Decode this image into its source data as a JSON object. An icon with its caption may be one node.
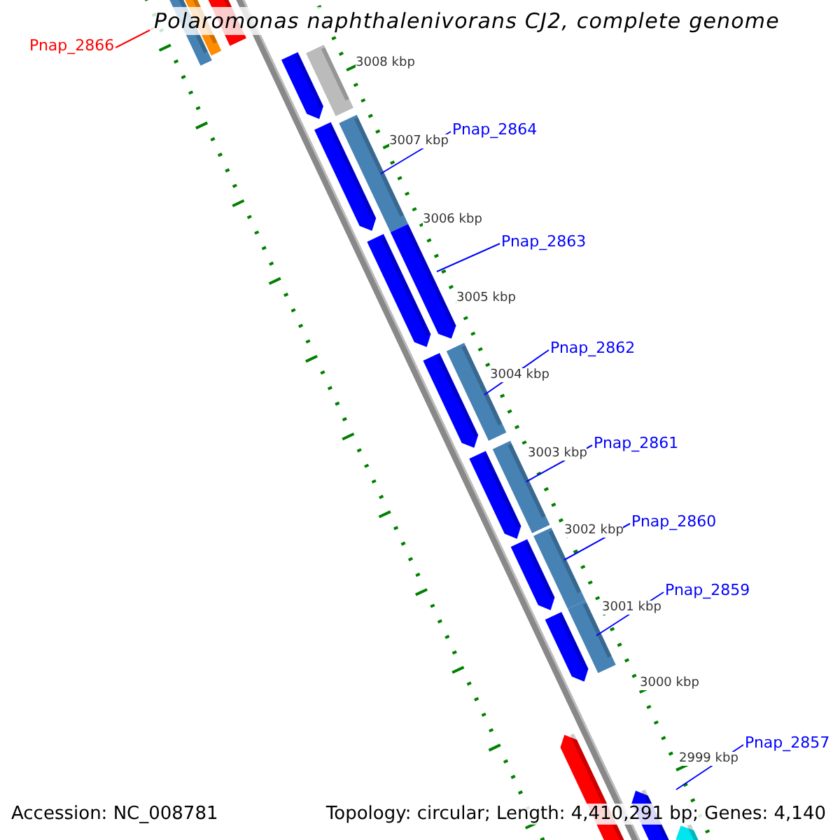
{
  "diagram": {
    "title": "Polaromonas naphthalenivorans CJ2, complete genome",
    "nodes": [
      {
        "text": [
          "Pnap_2866"
        ]
      },
      {
        "text": [
          "Pnap_2864"
        ]
      },
      {
        "text": [
          "Pnap_2863"
        ]
      },
      {
        "text": [
          "Pnap_2862"
        ]
      },
      {
        "text": [
          "Pnap_2861"
        ]
      },
      {
        "text": [
          "Pnap_2860"
        ]
      },
      {
        "text": [
          "Pnap_2859"
        ]
      },
      {
        "text": [
          "Pnap_2857"
        ]
      }
    ],
    "edges": [
      {
        "from": 0,
        "to": null,
        "arrow": "none",
        "color": "#ff0000"
      },
      {
        "from": 1,
        "to": null,
        "arrow": "none"
      },
      {
        "from": 2,
        "to": null,
        "arrow": "none"
      },
      {
        "from": 3,
        "to": null,
        "arrow": "none"
      },
      {
        "from": 4,
        "to": null,
        "arrow": "none"
      },
      {
        "from": 5,
        "to": null,
        "arrow": "none"
      },
      {
        "from": 6,
        "to": null,
        "arrow": "none"
      },
      {
        "from": 7,
        "to": null,
        "arrow": "none"
      }
    ],
    "labels": [
      "3008 kbp",
      "3007 kbp",
      "3006 kbp",
      "3005 kbp",
      "3004 kbp",
      "3003 kbp",
      "3002 kbp",
      "3001 kbp",
      "3000 kbp",
      "2999 kbp",
      "Accession: NC_008781",
      "Topology: circular; Length: 4,410,291 bp; Genes: 4,140"
    ]
  }
}
